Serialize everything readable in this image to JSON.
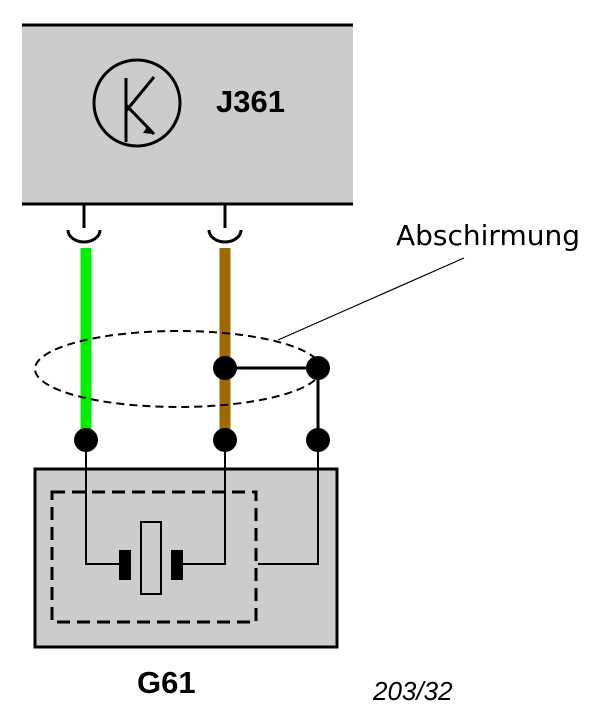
{
  "control_unit": {
    "label": "J361"
  },
  "sensor": {
    "label": "G61"
  },
  "shield_callout": {
    "label": "Abschirmung"
  },
  "figure_number": "203/32",
  "colors": {
    "box_fill": "#cccccc",
    "wire_green": "#00ee00",
    "wire_brown": "#a06800",
    "line": "#000000"
  }
}
